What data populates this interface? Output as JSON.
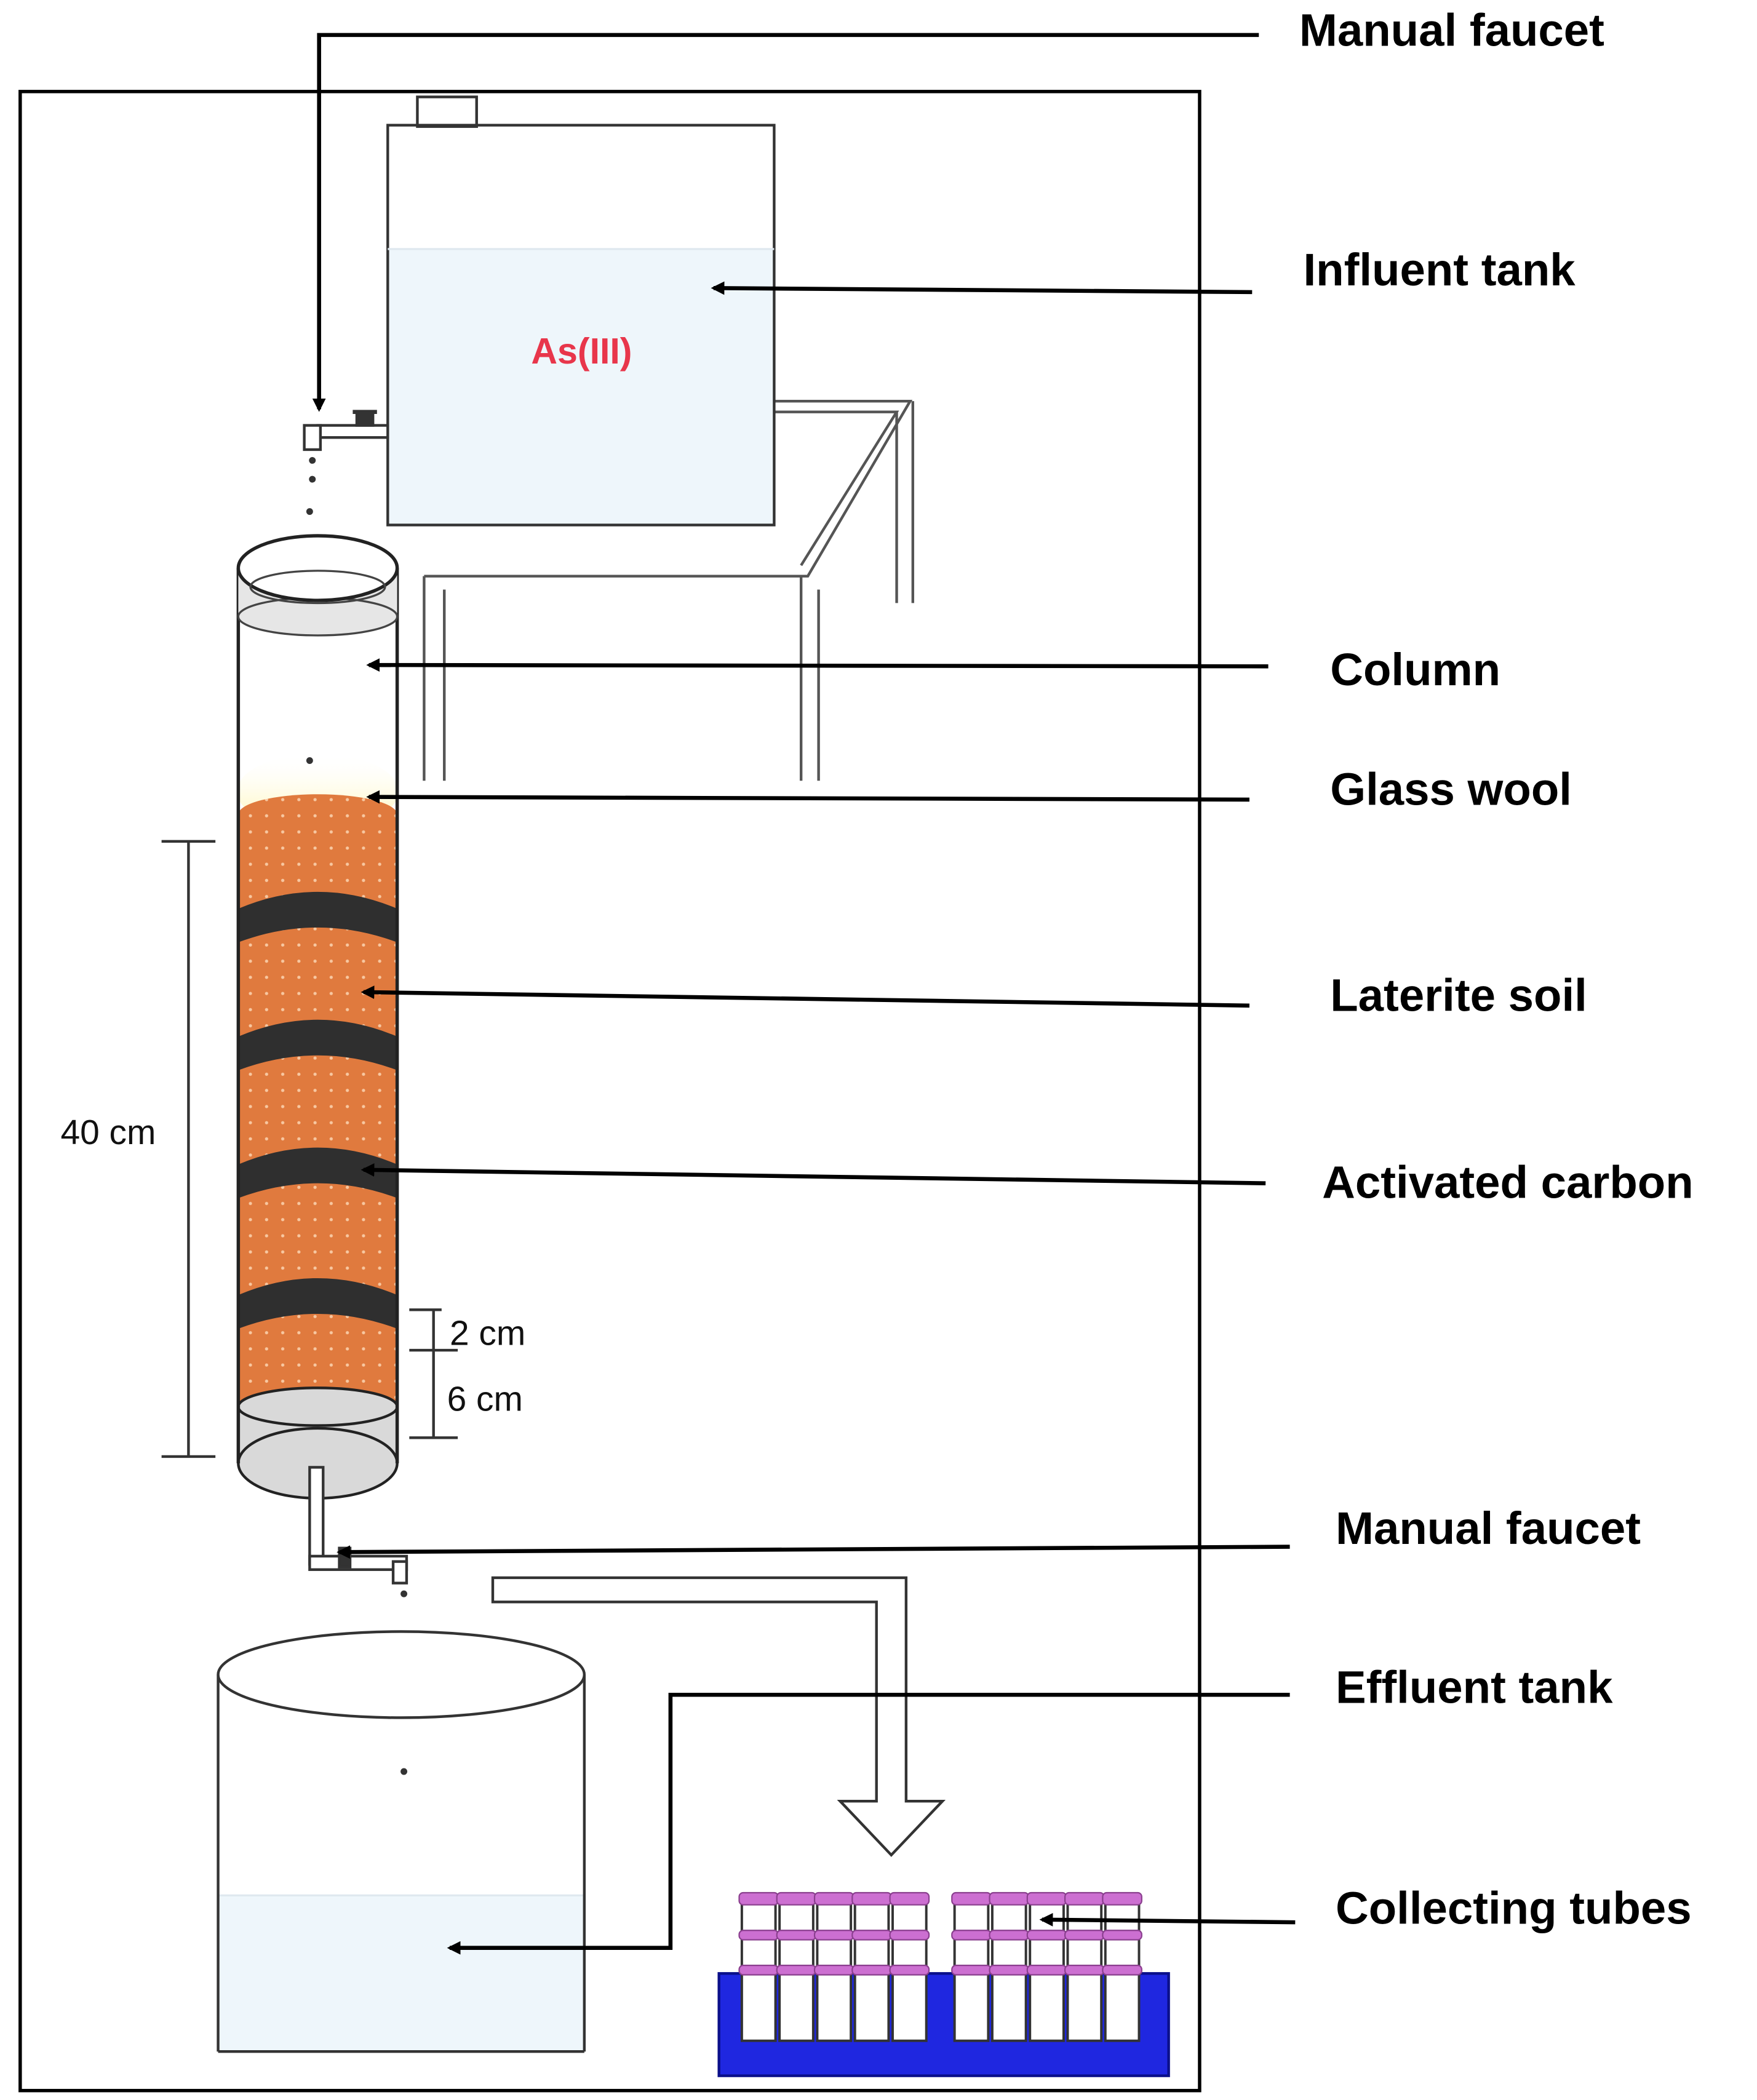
{
  "labels": {
    "manual_faucet_top": "Manual faucet",
    "influent_tank": "Influent tank",
    "column": "Column",
    "glass_wool": "Glass wool",
    "laterite_soil": "Laterite soil",
    "activated_carbon": "Activated carbon",
    "manual_faucet_bottom": "Manual faucet",
    "effluent_tank": "Effluent tank",
    "collecting_tubes": "Collecting tubes"
  },
  "tank_content": "As(III)",
  "dimensions": {
    "total_height": "40 cm",
    "carbon_layer": "2 cm",
    "soil_layer": "6 cm"
  },
  "colors": {
    "soil": "#e07a3e",
    "carbon": "#2f2f2f",
    "tank_water": "#eef6fb",
    "tank_label": "#e8364b",
    "tube_cap": "#cc6fd1",
    "rack": "#1f27e0",
    "glass_wool": "#fff4a8"
  }
}
